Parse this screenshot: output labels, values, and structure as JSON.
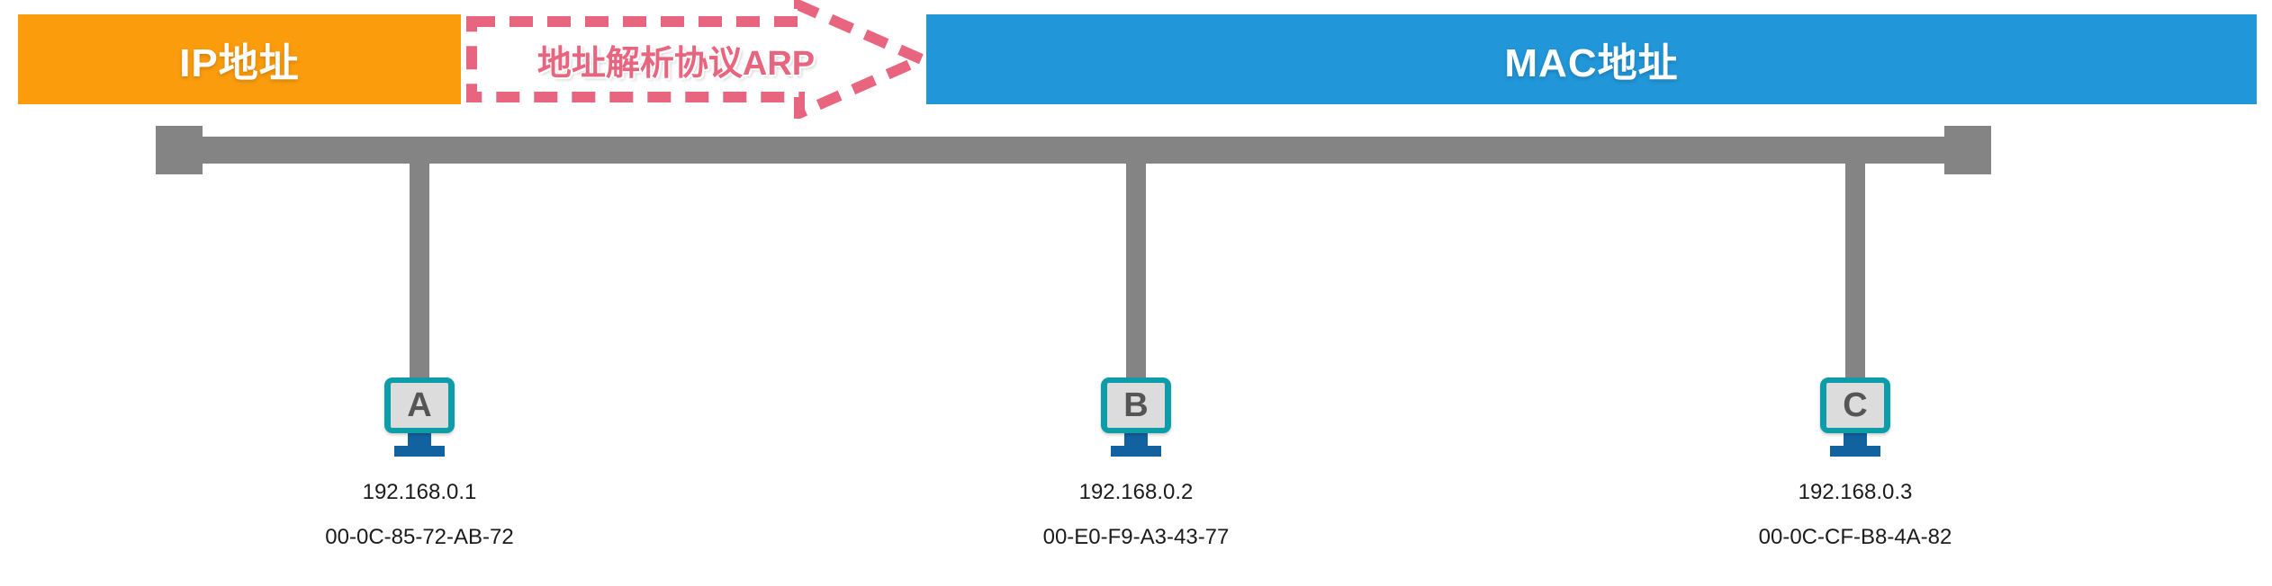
{
  "diagram": {
    "title_left": "IP地址",
    "title_right": "MAC地址",
    "arrow_label": "地址解析协议ARP",
    "colors": {
      "ip_box": "#fb9c0c",
      "mac_box": "#2196d8",
      "arrow": "#e8657f",
      "bus": "#848484",
      "monitor_frame": "#0d9da8",
      "monitor_screen": "#dcdcdc",
      "monitor_letter": "#555555",
      "monitor_stand": "#1362a0",
      "label_text": "#1b1b1b"
    }
  },
  "hosts": [
    {
      "id": "A",
      "letter": "A",
      "ip": "192.168.0.1",
      "mac": "00-0C-85-72-AB-72"
    },
    {
      "id": "B",
      "letter": "B",
      "ip": "192.168.0.2",
      "mac": "00-E0-F9-A3-43-77"
    },
    {
      "id": "C",
      "letter": "C",
      "ip": "192.168.0.3",
      "mac": "00-0C-CF-B8-4A-82"
    }
  ]
}
